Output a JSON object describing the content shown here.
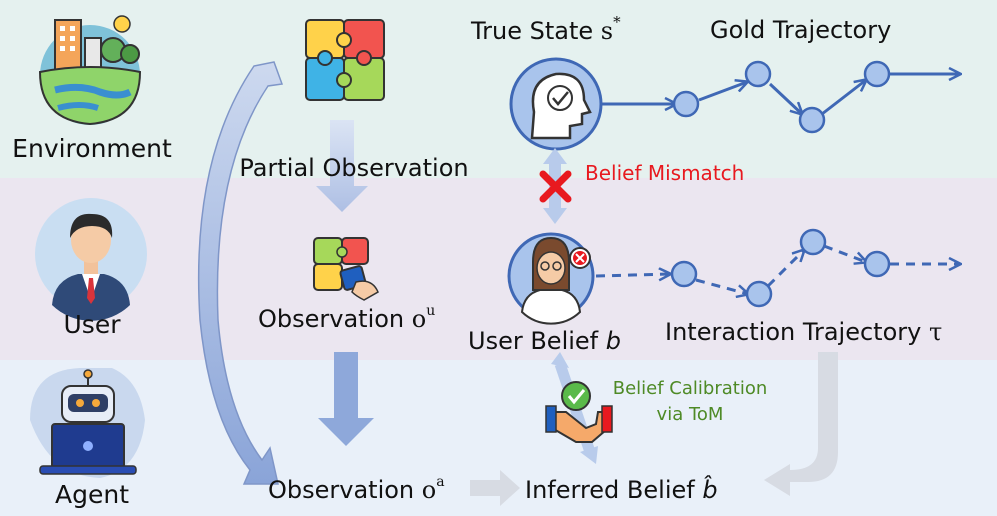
{
  "rows": {
    "environment": {
      "label": "Environment",
      "band_color": "#e5f1ef"
    },
    "user": {
      "label": "User",
      "band_color": "#ebe6f0"
    },
    "agent": {
      "label": "Agent",
      "band_color": "#e9f0f9"
    }
  },
  "labels": {
    "true_state": "True State",
    "true_state_symbol": "s",
    "true_state_sup": "*",
    "gold_trajectory": "Gold Trajectory",
    "partial_observation": "Partial Observation",
    "belief_mismatch": "Belief Mismatch",
    "observation_user": "Observation",
    "observation_user_symbol": "o",
    "observation_user_sup": "u",
    "user_belief": "User Belief",
    "user_belief_symbol": "b",
    "interaction_trajectory": "Interaction Trajectory",
    "interaction_trajectory_symbol": "τ",
    "belief_calibration_line1": "Belief Calibration",
    "belief_calibration_line2": "via ToM",
    "observation_agent": "Observation",
    "observation_agent_symbol": "o",
    "observation_agent_sup": "a",
    "inferred_belief": "Inferred Belief",
    "inferred_belief_symbol": "b̂"
  },
  "colors": {
    "node": "#a9c4ec",
    "node_stroke": "#3f68b5",
    "trajectory": "#3f68b5",
    "mismatch": "#e8191f",
    "calibration": "#4e8a26",
    "big_arrow": "#8ea8da",
    "light_arrow": "#d7dbe3"
  },
  "icons": [
    "city-environment-icon",
    "user-avatar-icon",
    "robot-laptop-icon",
    "puzzle-full-icon",
    "puzzle-partial-icon",
    "head-check-icon",
    "confused-user-icon",
    "handshake-check-icon",
    "red-cross-icon"
  ]
}
